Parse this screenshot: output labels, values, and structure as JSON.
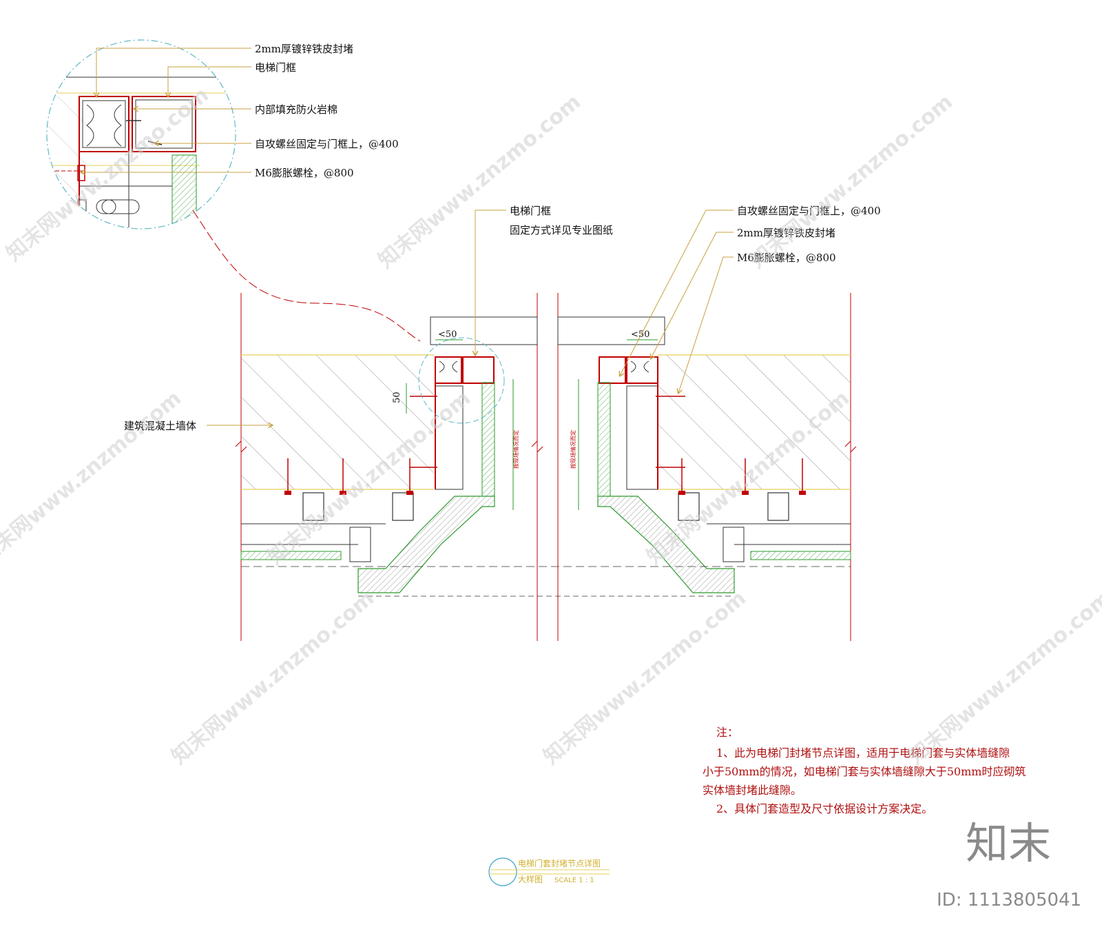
{
  "detail_callouts": {
    "galvanized_sheet": "2mm厚镀锌铁皮封堵",
    "elevator_frame": "电梯门框",
    "fire_rock_wool": "内部填充防火岩棉",
    "self_tapping_screw": "自攻螺丝固定与门框上，@400",
    "m6_bolt": "M6膨胀螺栓，@800"
  },
  "main_callouts": {
    "elevator_frame_title": "电梯门框",
    "elevator_frame_sub": "固定方式详见专业图纸",
    "concrete_wall": "建筑混凝土墙体",
    "right_screw": "自攻螺丝固定与门框上，@400",
    "right_sheet": "2mm厚镀锌铁皮封堵",
    "right_bolt": "M6膨胀螺栓，@800"
  },
  "dimensions": {
    "left_gap": "<50",
    "right_gap": "<50",
    "left_depth": "50",
    "left_vertical": "按现场情况而定",
    "right_vertical": "按现场情况而定"
  },
  "notes": {
    "title": "注：",
    "line1": "1、此为电梯门封堵节点详图，适用于电梯门套与实体墙缝隙",
    "line2": "小于50mm的情况，如电梯门套与实体墙缝隙大于50mm时应砌筑",
    "line3": "实体墙封堵此缝隙。",
    "line4": "2、具体门套造型及尺寸依据设计方案决定。"
  },
  "title_block": {
    "name": "电梯门套封堵节点详图",
    "sub": "大样图",
    "scale": "SCALE  1 : 1"
  },
  "watermark": {
    "text": "知末网www.znzmo.com",
    "brand": "知末",
    "id": "ID: 1113805041"
  },
  "colors": {
    "line_red": "#c00000",
    "line_green": "#2e9a2e",
    "leader": "#c8a040",
    "guide_yellow": "#e6cf5a",
    "hatch": "#7a7a7a",
    "detail_circle": "#5fb8c8"
  }
}
